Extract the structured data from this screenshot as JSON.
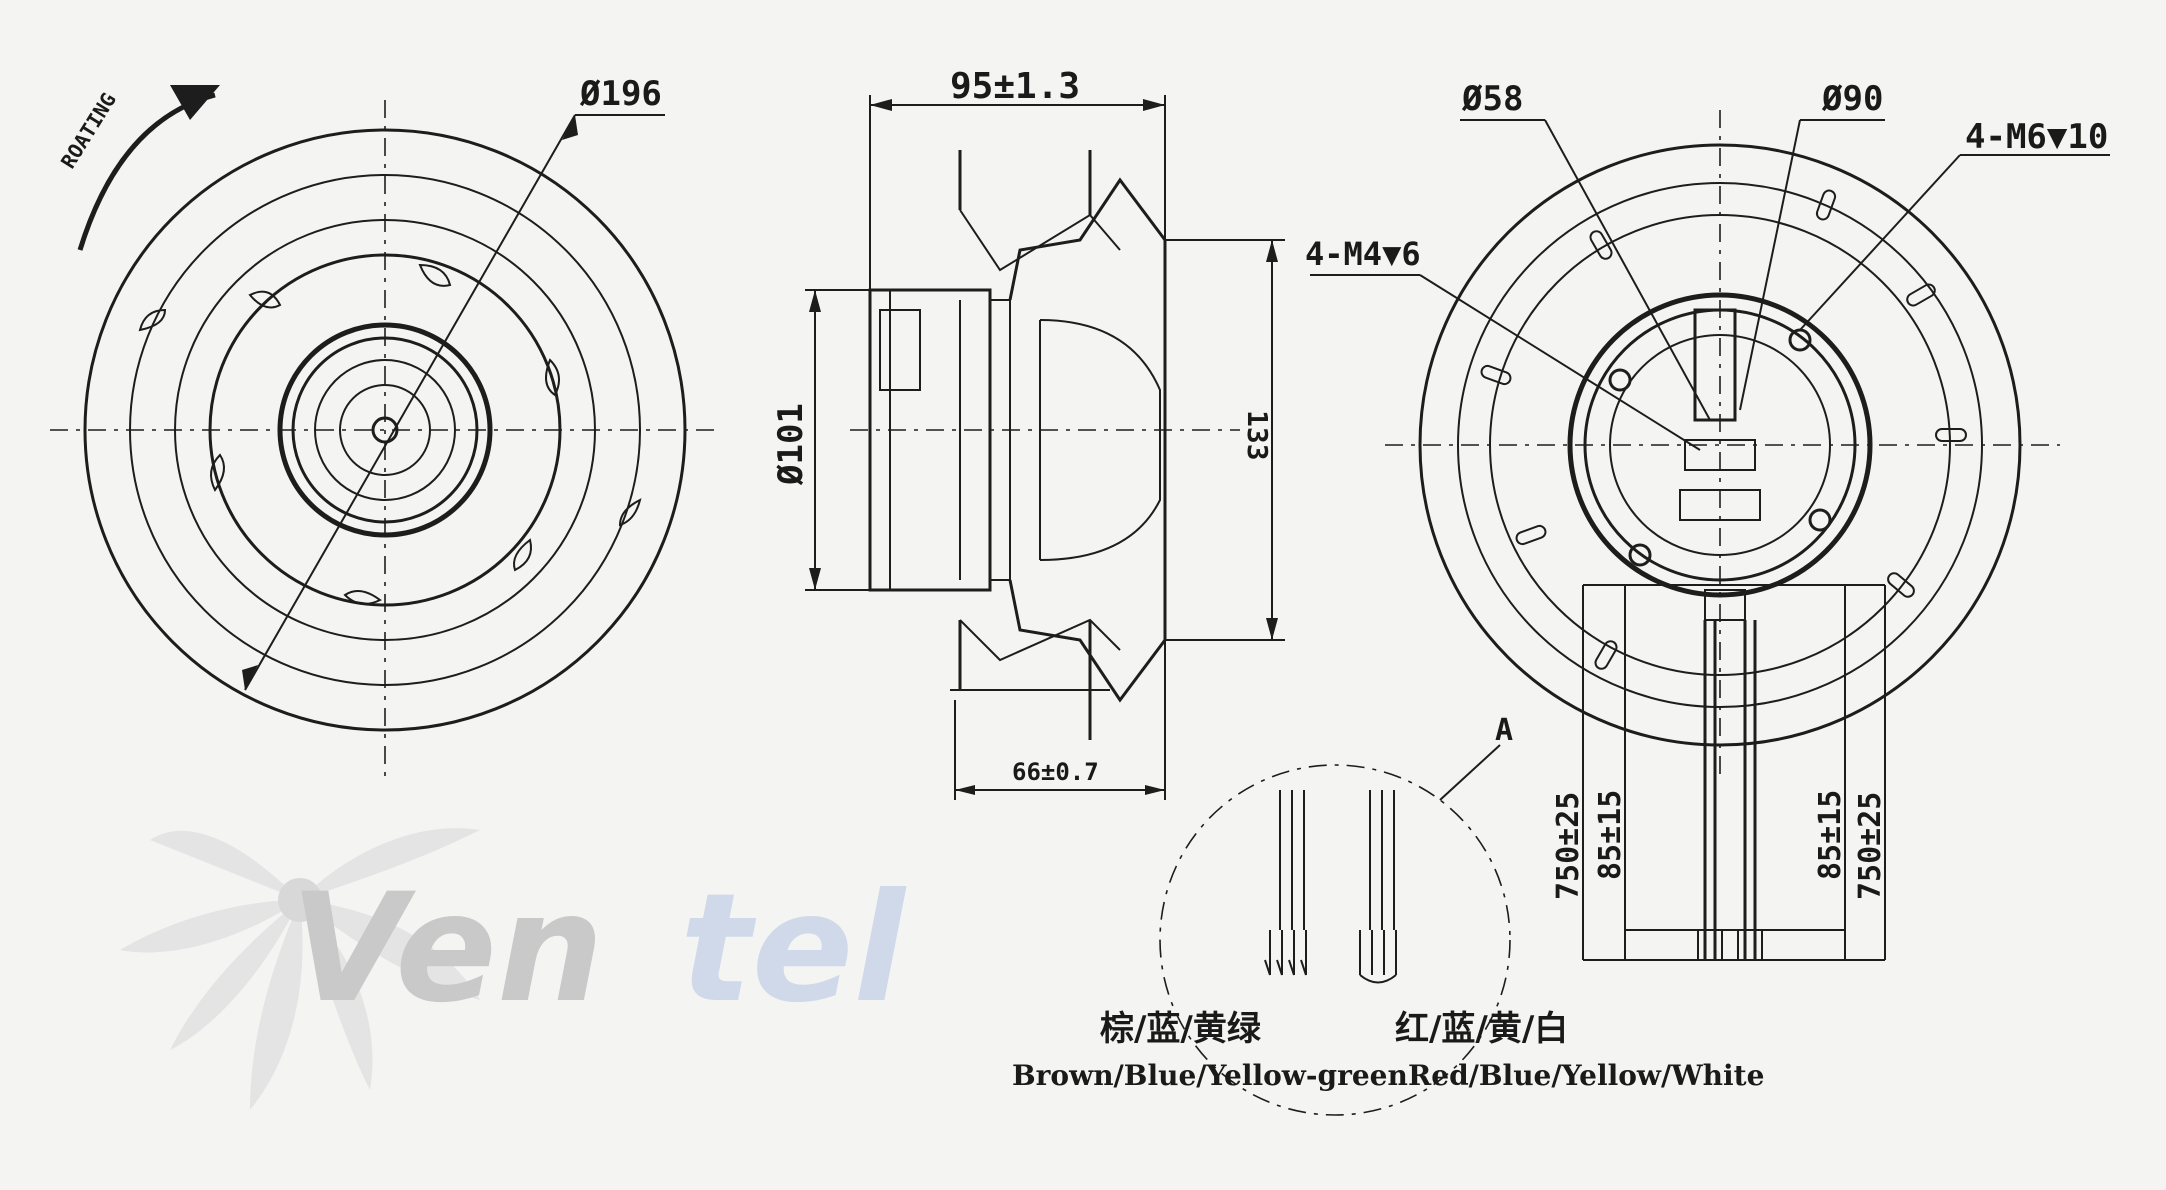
{
  "front_view": {
    "rotation_label": "ROATING",
    "diameter_label": "Ø196"
  },
  "side_view": {
    "width_label": "95±1.3",
    "hub_diameter_label": "Ø101",
    "height_label": "133",
    "bottom_label": "66±0.7",
    "screw_label": "4-M4▼6"
  },
  "rear_view": {
    "inner_diameter_label": "Ø58",
    "outer_diameter_label": "Ø90",
    "screw_label": "4-M6▼10",
    "lead_length_left": "750±25",
    "strip_length_left": "85±15",
    "strip_length_right": "85±15",
    "lead_length_right": "750±25",
    "detail_marker": "A"
  },
  "wiring": {
    "left_group_cn": "棕/蓝/黄绿",
    "left_group_en": "Brown/Blue/Yellow-green",
    "right_group_cn": "红/蓝/黄/白",
    "right_group_en": "Red/Blue/Yellow/White"
  },
  "logo": {
    "part1": "Ven",
    "part2": "tel"
  },
  "colors": {
    "ink": "#1d1d1d",
    "background": "#f4f4f2",
    "logo_grey": "#c9c9c9",
    "logo_blue": "#cfd9ea"
  }
}
